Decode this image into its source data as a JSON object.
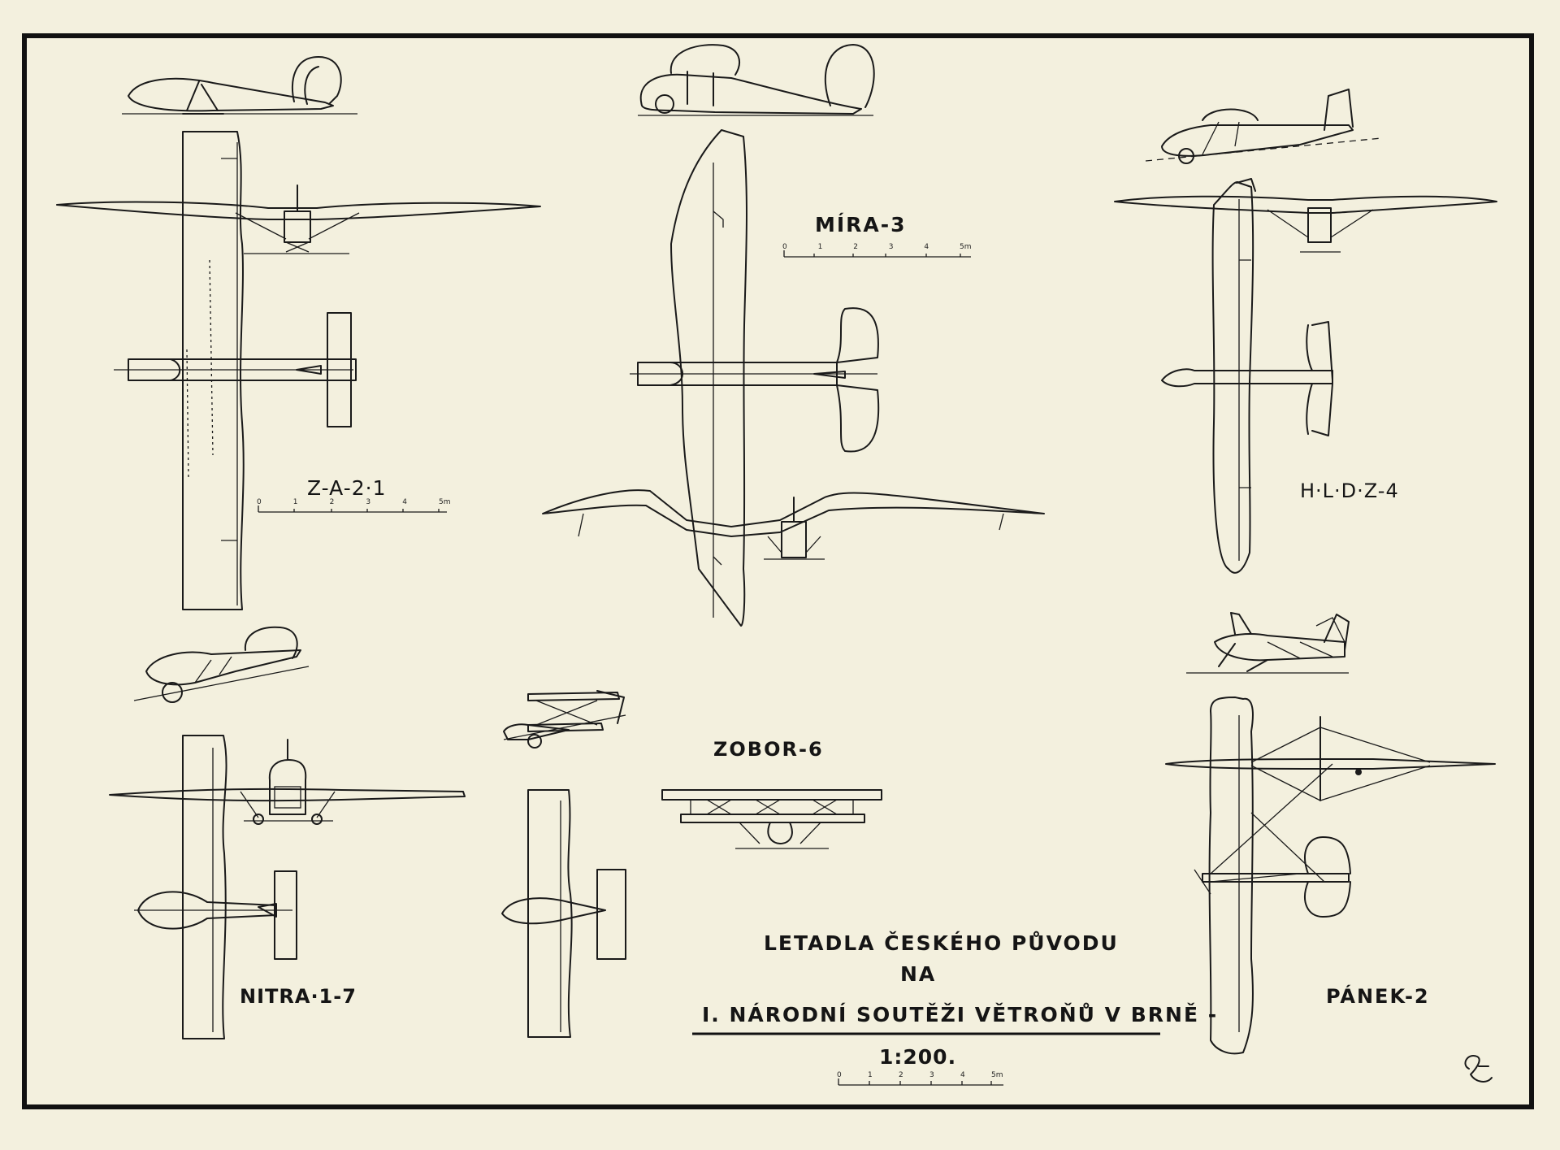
{
  "aircraft": {
    "za": "Z-A-2·1",
    "mira": "MÍRA-3",
    "hldz": "H·L·D·Z-4",
    "nitra": "NITRA·1-7",
    "zobor": "ZOBOR-6",
    "panek": "PÁNEK-2"
  },
  "title": {
    "line1": "LETADLA ČESKÉHO PŮVODU",
    "line2": "NA",
    "line3": "I. NÁRODNÍ SOUTĚŽI VĚTROŇŮ V BRNĚ -",
    "scale": "1:200."
  },
  "scale_bar": {
    "ticks": [
      "0",
      "1",
      "2",
      "3",
      "4",
      "5m"
    ]
  },
  "monogram": "FS"
}
